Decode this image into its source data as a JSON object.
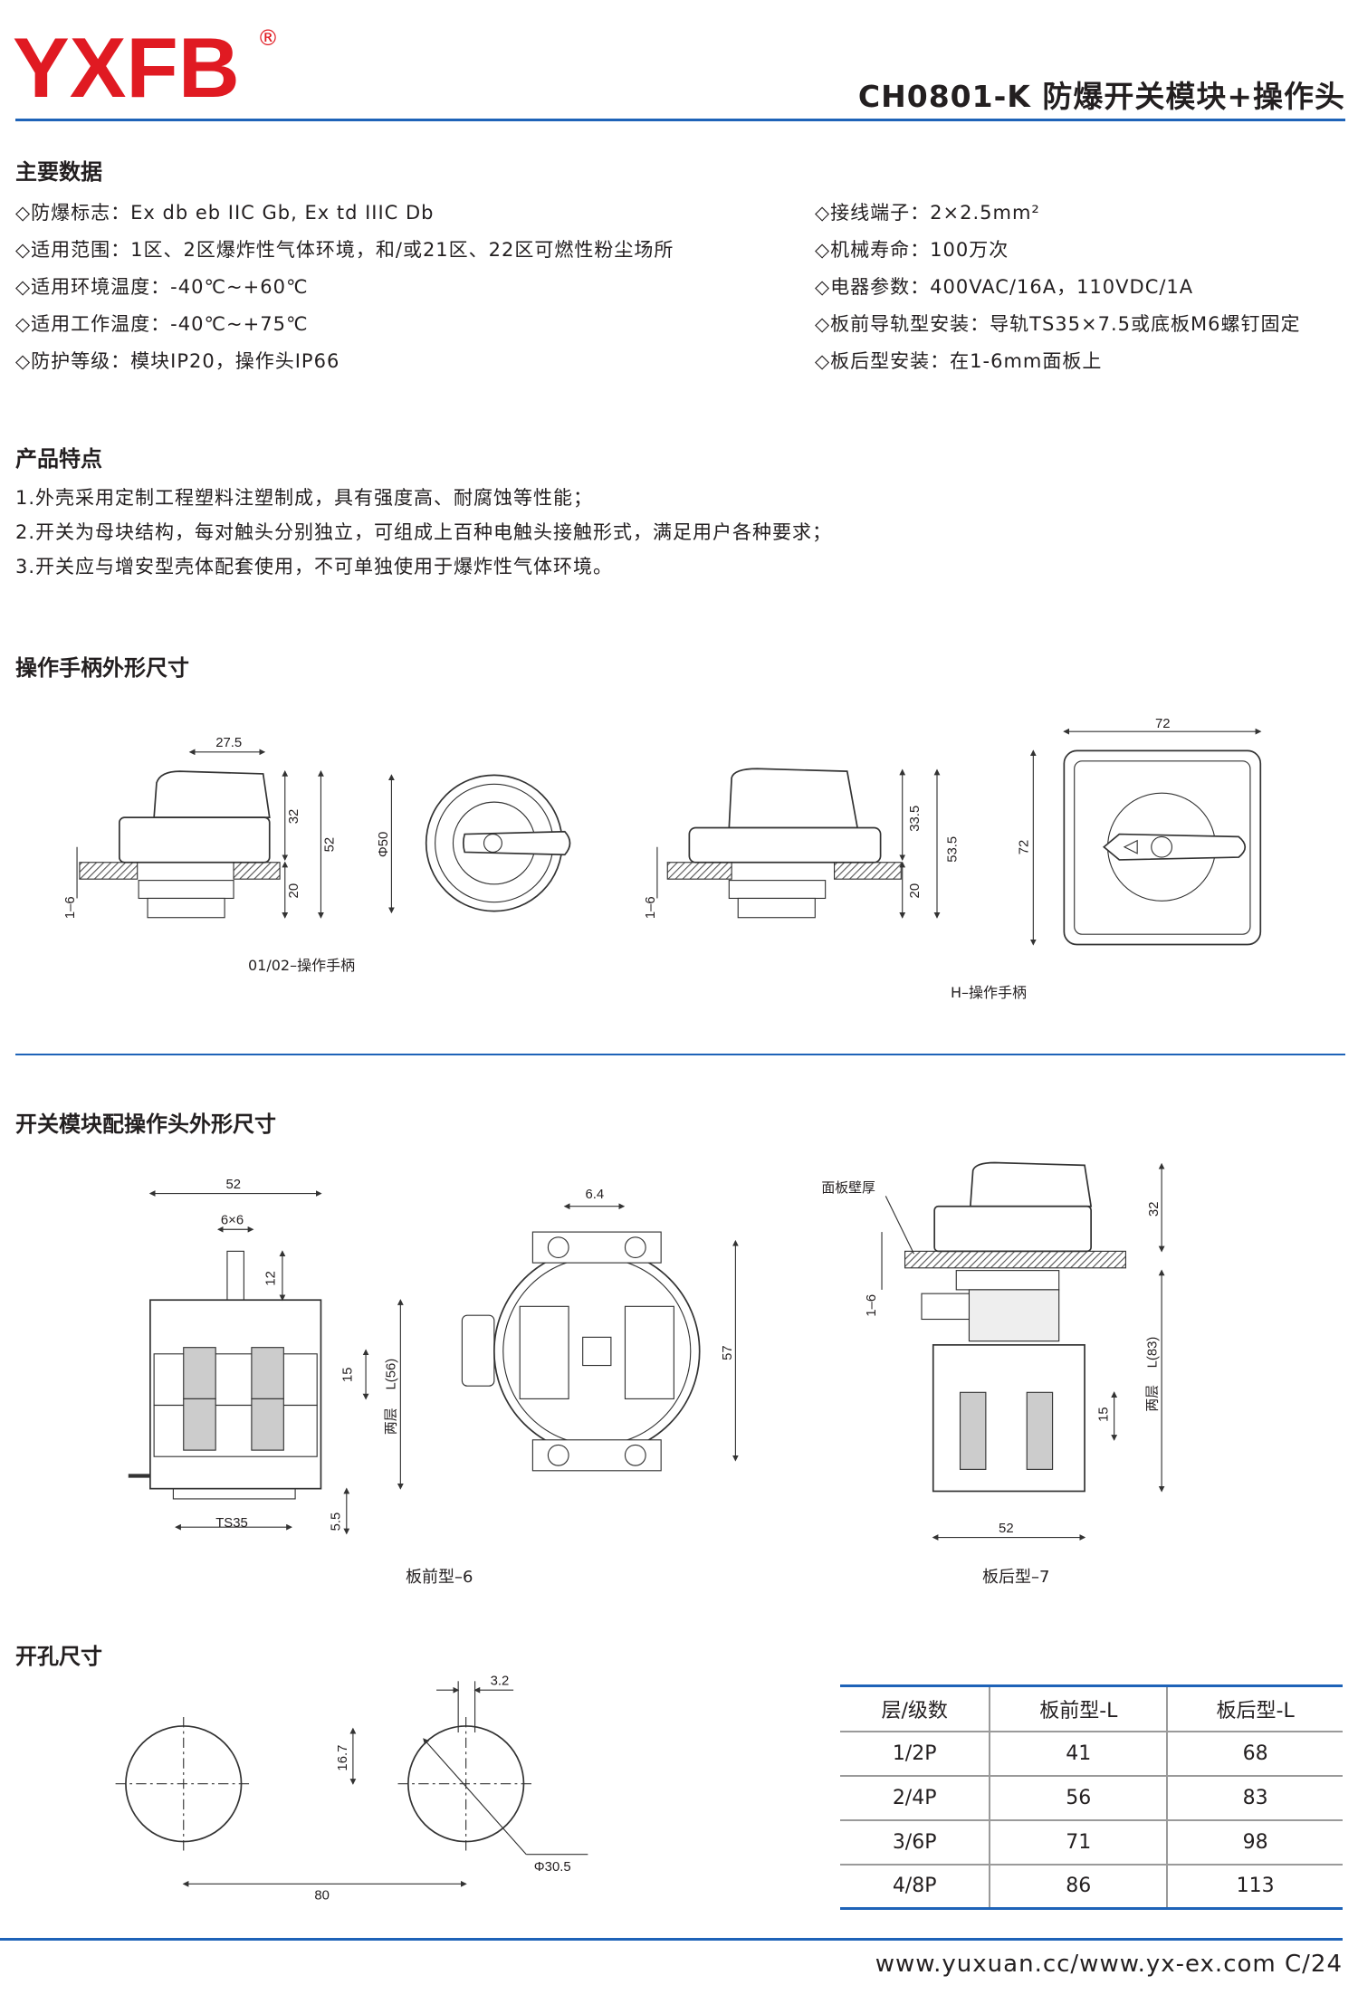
{
  "header": {
    "logo": "YXFB",
    "registered": "®",
    "title": "CH0801-K 防爆开关模块+操作头"
  },
  "main_data": {
    "heading": "主要数据",
    "left": [
      "◇防爆标志：Ex db eb IIC Gb, Ex td IIIC Db",
      "◇适用范围：1区、2区爆炸性气体环境，和/或21区、22区可燃性粉尘场所",
      "◇适用环境温度：-40℃~+60℃",
      "◇适用工作温度：-40℃~+75℃",
      "◇防护等级：模块IP20，操作头IP66"
    ],
    "right": [
      "◇接线端子：2×2.5mm²",
      "◇机械寿命：100万次",
      "◇电器参数：400VAC/16A，110VDC/1A",
      "◇板前导轨型安装：导轨TS35×7.5或底板M6螺钉固定",
      "◇板后型安装：在1-6mm面板上"
    ]
  },
  "features": {
    "heading": "产品特点",
    "items": [
      "1.外壳采用定制工程塑料注塑制成，具有强度高、耐腐蚀等性能；",
      "2.开关为母块结构，每对触头分别独立，可组成上百种电触头接触形式，满足用户各种要求；",
      "3.开关应与增安型壳体配套使用，不可单独使用于爆炸性气体环境。"
    ]
  },
  "handle_dims": {
    "heading": "操作手柄外形尺寸",
    "caption_a": "01/02–操作手柄",
    "caption_b": "H–操作手柄",
    "d1": {
      "w": "27.5",
      "h1": "32",
      "h2": "52",
      "h3": "20",
      "plate": "1–6"
    },
    "d2": {
      "dia": "Φ50"
    },
    "d3": {
      "h1": "33.5",
      "h2": "53.5",
      "h3": "20",
      "plate": "1–6"
    },
    "d4": {
      "w": "72",
      "h": "72"
    }
  },
  "module_dims": {
    "heading": "开关模块配操作头外形尺寸",
    "caption_a": "板前型–6",
    "caption_b": "板后型–7",
    "front": {
      "w": "52",
      "shaft": "6×6",
      "shaft_h": "12",
      "pitch": "15",
      "layers": "两层",
      "L": "L(56)",
      "rail": "TS35",
      "rail_h": "5.5"
    },
    "center": {
      "w": "6.4",
      "h": "57"
    },
    "rear": {
      "panel": "面板壁厚",
      "h": "32",
      "plate": "1–6",
      "pitch": "15",
      "layers": "两层",
      "L": "L(83)",
      "w": "52"
    }
  },
  "cutout": {
    "heading": "开孔尺寸",
    "key": "3.2",
    "h": "16.7",
    "dia": "Φ30.5",
    "dist": "80"
  },
  "table": {
    "headers": [
      "层/级数",
      "板前型-L",
      "板后型-L"
    ],
    "rows": [
      [
        "1/2P",
        "41",
        "68"
      ],
      [
        "2/4P",
        "56",
        "83"
      ],
      [
        "3/6P",
        "71",
        "98"
      ],
      [
        "4/8P",
        "86",
        "113"
      ]
    ]
  },
  "footer": {
    "text": "www.yuxuan.cc/www.yx-ex.com  C/24"
  },
  "colors": {
    "brand_red": "#e01a22",
    "accent_blue": "#1e63b8"
  }
}
